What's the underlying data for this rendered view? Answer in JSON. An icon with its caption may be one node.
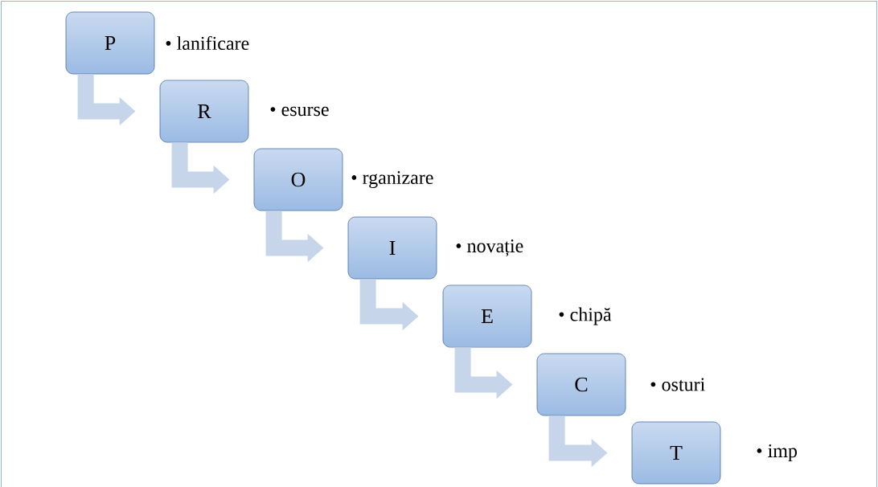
{
  "diagram": {
    "nodes": [
      {
        "text": [
          "P"
        ],
        "beside": [
          "• lanificare"
        ]
      },
      {
        "text": [
          "R"
        ],
        "beside": [
          "• esurse"
        ]
      },
      {
        "text": [
          "O"
        ],
        "beside": [
          "• rganizare"
        ]
      },
      {
        "text": [
          "I"
        ],
        "beside": [
          "• novație"
        ]
      },
      {
        "text": [
          "E"
        ],
        "beside": [
          "• chipă"
        ]
      },
      {
        "text": [
          "C"
        ],
        "beside": [
          "• osturi"
        ]
      },
      {
        "text": [
          "T"
        ],
        "beside": [
          "• imp"
        ]
      }
    ],
    "edges": [
      {
        "from": 0,
        "to": 1,
        "arrow": "to"
      },
      {
        "from": 1,
        "to": 2,
        "arrow": "to"
      },
      {
        "from": 2,
        "to": 3,
        "arrow": "to"
      },
      {
        "from": 3,
        "to": 4,
        "arrow": "to"
      },
      {
        "from": 4,
        "to": 5,
        "arrow": "to"
      },
      {
        "from": 5,
        "to": 6,
        "arrow": "to"
      }
    ]
  }
}
